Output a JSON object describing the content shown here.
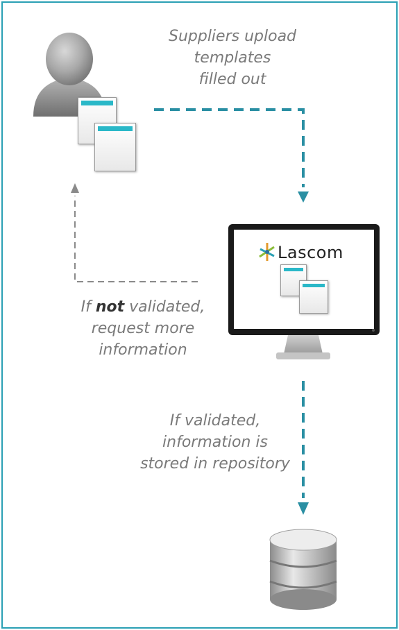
{
  "captions": {
    "upload": [
      "Suppliers upload",
      "templates",
      "filled out"
    ],
    "not_validated_prefix": "If ",
    "not_validated_emphasis": "not",
    "not_validated_suffix": " validated,",
    "not_validated_rest": [
      "request more",
      "information"
    ],
    "validated": [
      "If validated,",
      "information is",
      "stored in repository"
    ]
  },
  "logo_text": "Lascom",
  "colors": {
    "border": "#2aa0b4",
    "teal_arrow": "#2a8fa3",
    "gray_arrow": "#8a8a8a",
    "doc_band": "#2ab8c8"
  },
  "icons": [
    "user-icon",
    "template-document-icon",
    "monitor-icon",
    "lascom-logo-icon",
    "database-icon"
  ]
}
